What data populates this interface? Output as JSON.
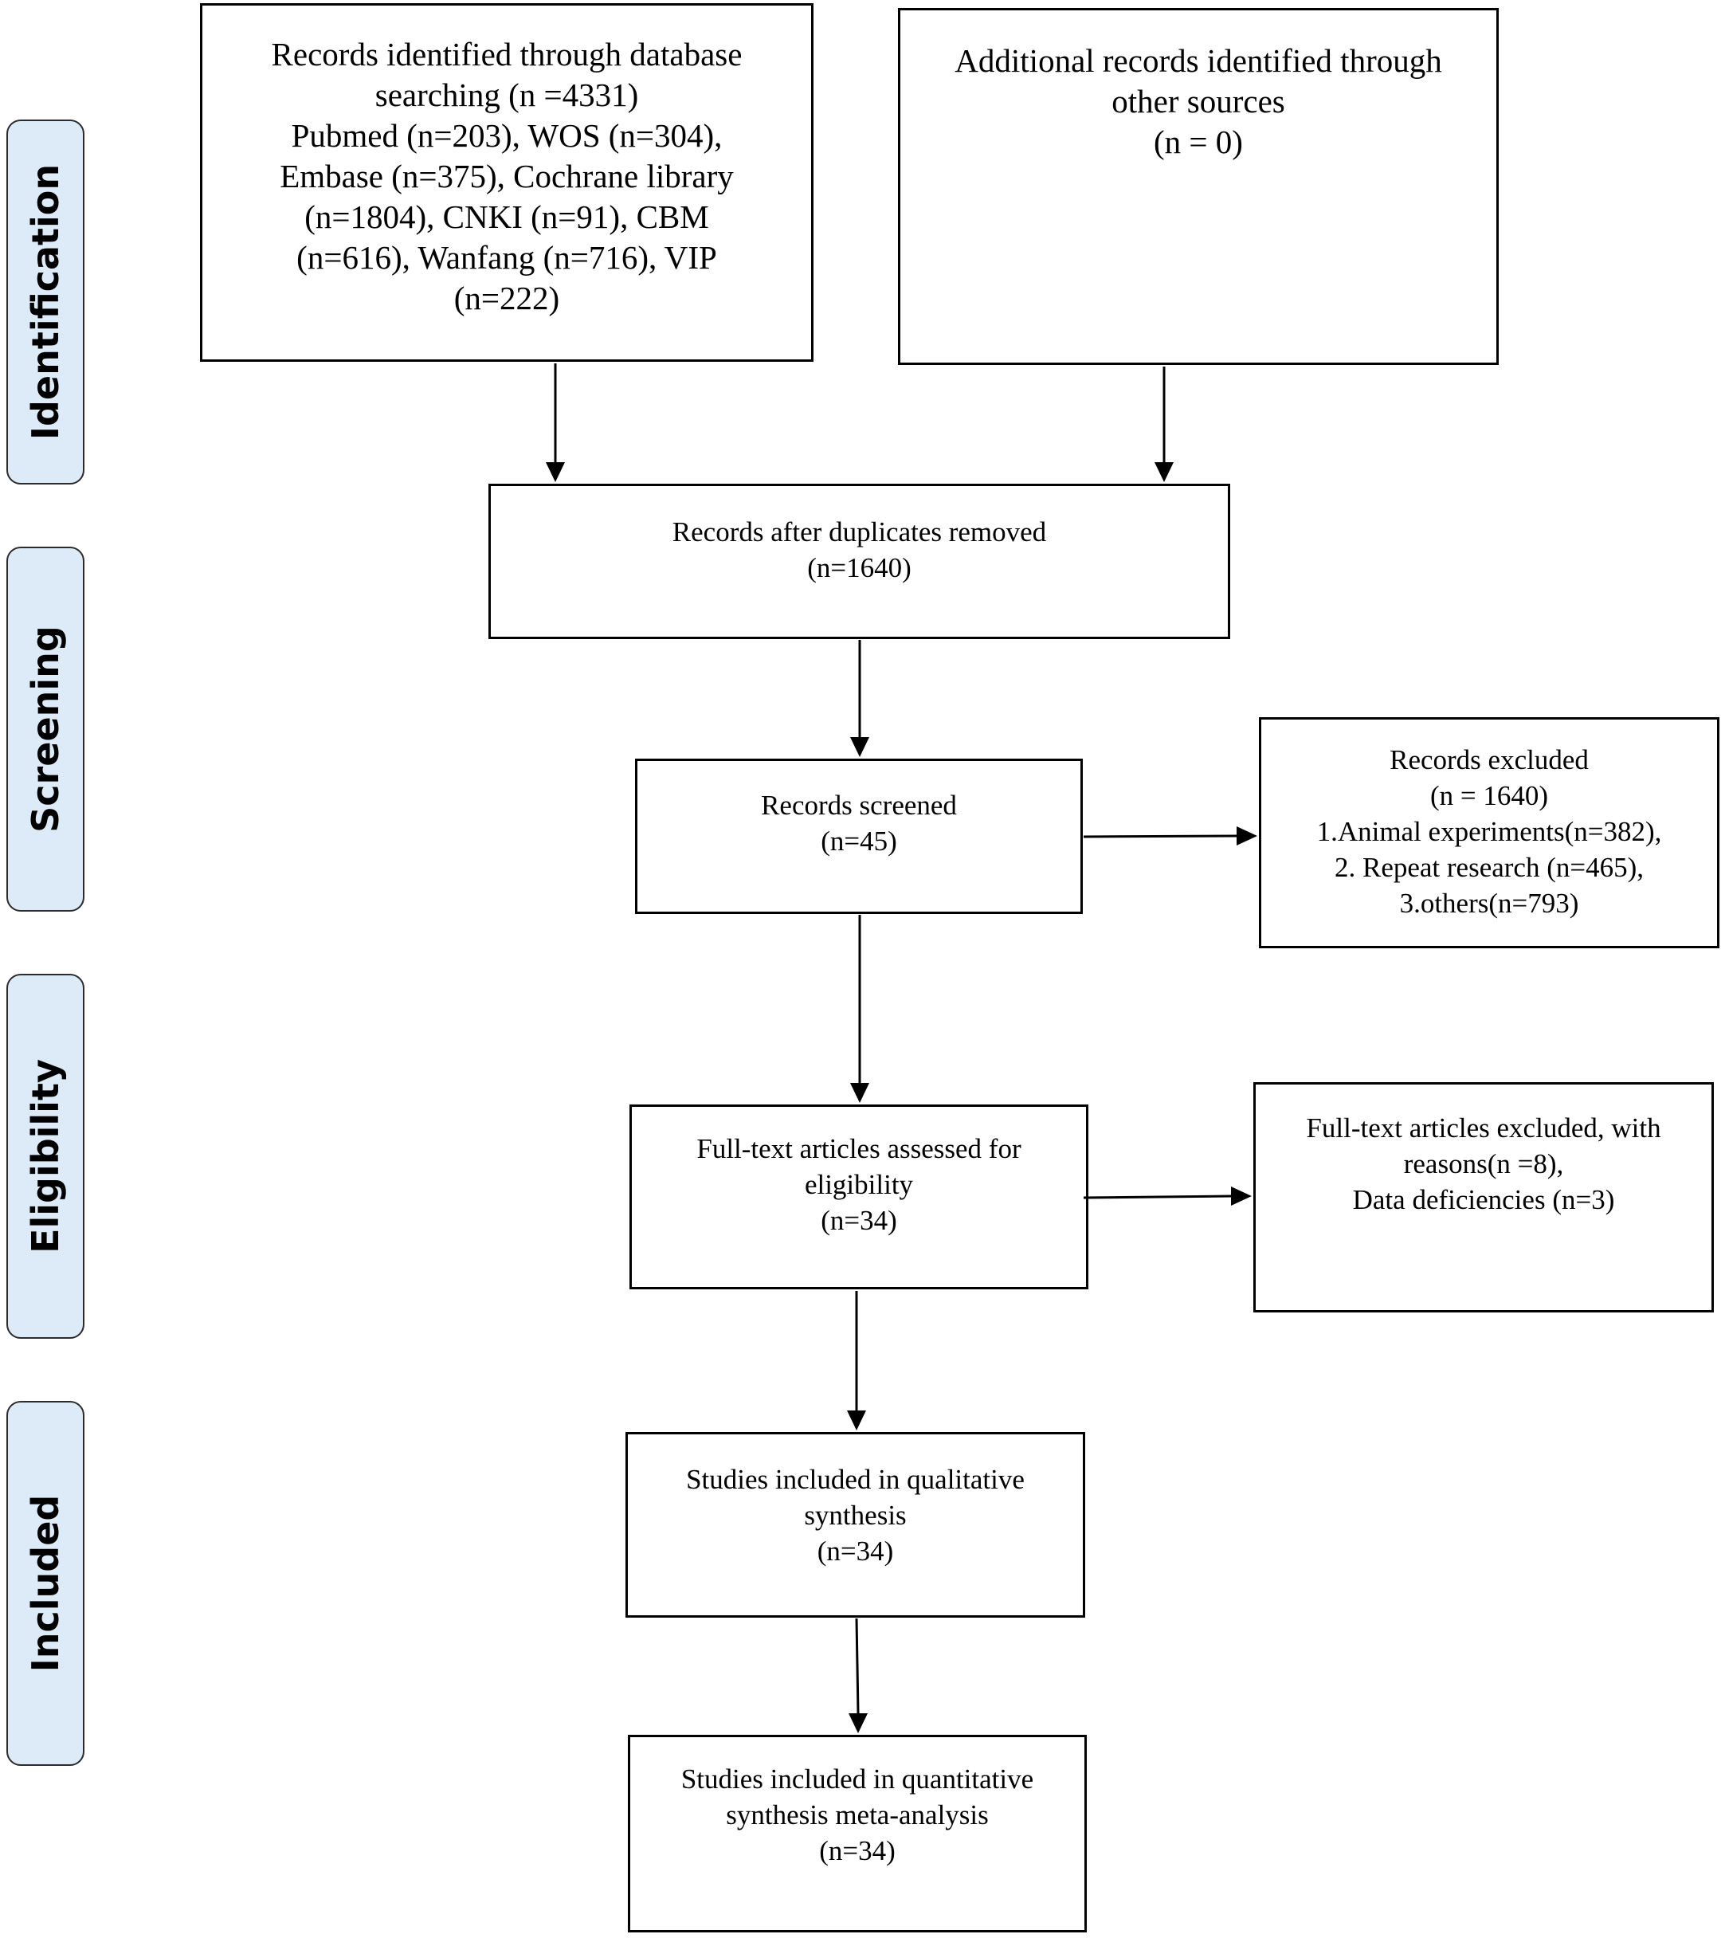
{
  "phases": [
    {
      "label": "Identification"
    },
    {
      "label": "Screening"
    },
    {
      "label": "Eligibility"
    },
    {
      "label": "Included"
    }
  ],
  "boxes": {
    "database": {
      "lines": [
        "Records identified through database",
        "searching (n =4331)",
        "Pubmed (n=203), WOS (n=304),",
        "Embase (n=375), Cochrane library",
        "(n=1804), CNKI (n=91), CBM",
        "(n=616), Wanfang (n=716), VIP",
        "(n=222)"
      ]
    },
    "other_sources": {
      "lines": [
        "Additional records identified through",
        "other sources",
        "(n = 0)"
      ]
    },
    "duplicates_removed": {
      "lines": [
        "Records after duplicates removed",
        "(n=1640)"
      ]
    },
    "screened": {
      "lines": [
        "Records screened",
        "(n=45)"
      ]
    },
    "excluded": {
      "lines": [
        "Records excluded",
        "(n = 1640)",
        "1.Animal experiments(n=382),",
        "2.  Repeat research  (n=465),",
        "3.others(n=793)"
      ]
    },
    "fulltext": {
      "lines": [
        "Full-text articles assessed for",
        "eligibility",
        "(n=34)"
      ]
    },
    "fulltext_excluded": {
      "lines": [
        "Full-text articles excluded, with",
        "reasons(n =8),",
        "Data deficiencies (n=3)"
      ]
    },
    "qualitative": {
      "lines": [
        "Studies included in qualitative",
        "synthesis",
        "(n=34)"
      ]
    },
    "quantitative": {
      "lines": [
        "Studies included in quantitative",
        "synthesis meta-analysis",
        "(n=34)"
      ]
    }
  }
}
